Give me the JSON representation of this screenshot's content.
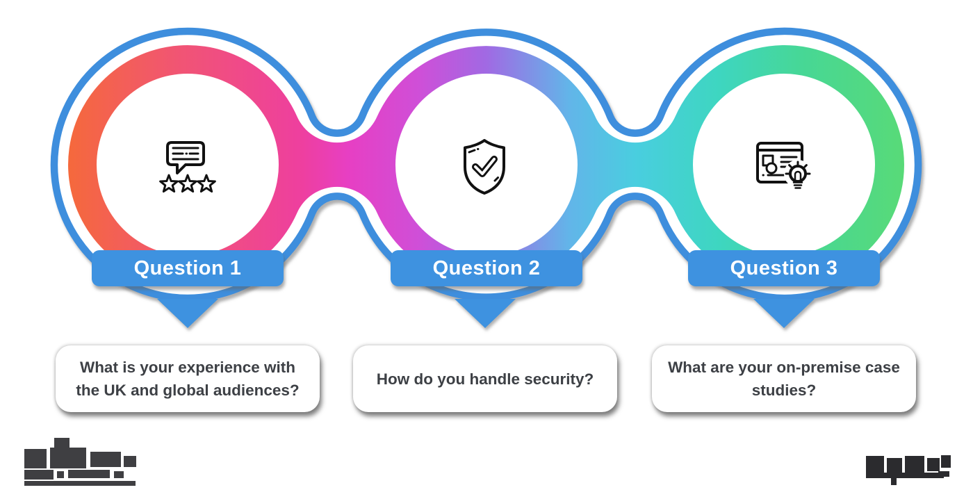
{
  "diagram": {
    "type": "question-chain-infographic",
    "steps": [
      {
        "label": "Question 1",
        "question": "What is your experience with the UK and global audiences?",
        "icon": "review-stars-icon",
        "ring_gradient": [
          "#f5693c",
          "#ee3f9f"
        ]
      },
      {
        "label": "Question 2",
        "question": "How do you handle security?",
        "icon": "shield-check-icon",
        "ring_gradient": [
          "#e73fc3",
          "#a169e3",
          "#49cedf"
        ]
      },
      {
        "label": "Question 3",
        "question": "What are your on-premise case studies?",
        "icon": "case-study-lightbulb-icon",
        "ring_gradient": [
          "#3ed6c0",
          "#58da78"
        ]
      }
    ],
    "colors": {
      "chain_outline_blue": "#3e8edd",
      "banner_blue": "#3e92e0",
      "question_text": "#3d4045",
      "icon_stroke": "#111111",
      "gradient_stops": [
        "#f5693c",
        "#f15573",
        "#ee3f9f",
        "#e73fc3",
        "#cf4fd8",
        "#a169e3",
        "#62b5e9",
        "#49cedf",
        "#3ed6c0",
        "#47d795",
        "#58da78"
      ]
    },
    "footer": {
      "left_logo": "pixelated-redacted-logo",
      "right_watermark": "pixelated-redacted-watermark"
    }
  }
}
